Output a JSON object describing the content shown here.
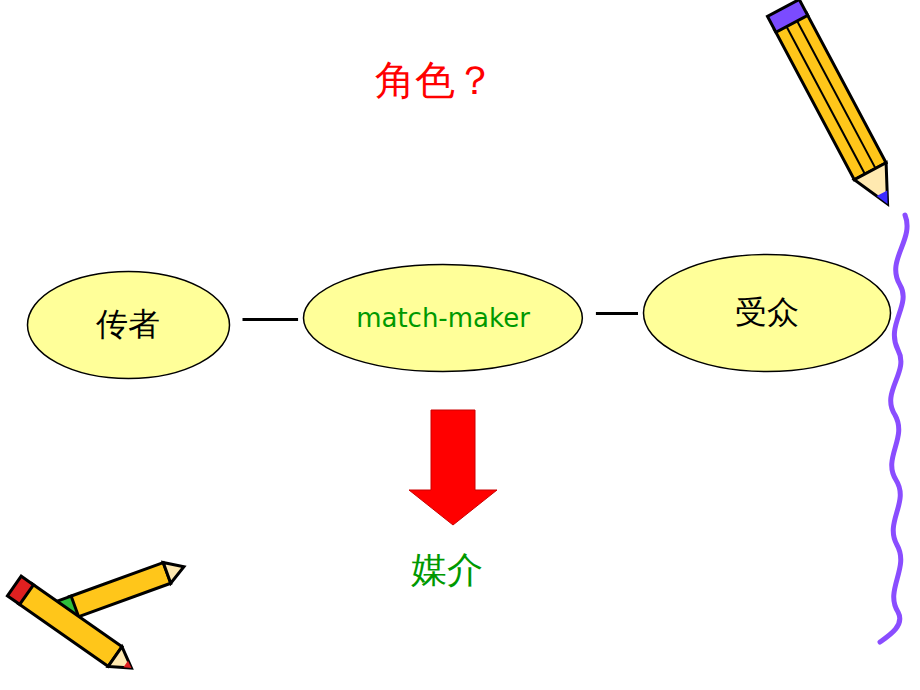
{
  "diagram": {
    "title": "角色？",
    "nodes": [
      {
        "text": [
          "传者"
        ]
      },
      {
        "text": [
          "match-maker"
        ]
      },
      {
        "text": [
          "受众"
        ]
      }
    ],
    "edges": [
      {
        "from": 0,
        "to": 1,
        "arrow": "none"
      },
      {
        "from": 1,
        "to": 2,
        "arrow": "none"
      }
    ],
    "labels": [
      "媒介"
    ]
  }
}
